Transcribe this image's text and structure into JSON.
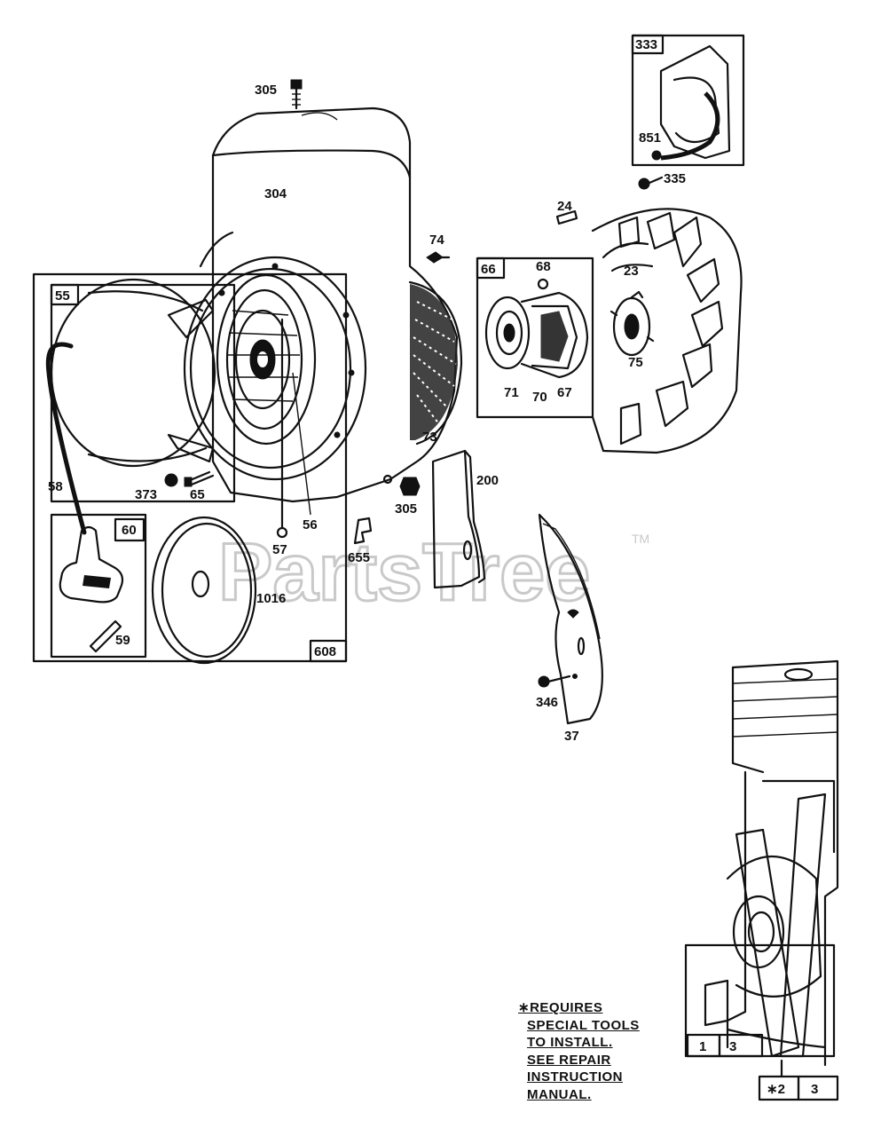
{
  "watermark": {
    "text": "PartsTree",
    "tm": "TM"
  },
  "parts": [
    {
      "id": "p305a",
      "label": "305"
    },
    {
      "id": "p304",
      "label": "304"
    },
    {
      "id": "p333",
      "label": "333"
    },
    {
      "id": "p851",
      "label": "851"
    },
    {
      "id": "p335",
      "label": "335"
    },
    {
      "id": "p24",
      "label": "24"
    },
    {
      "id": "p74",
      "label": "74"
    },
    {
      "id": "p66",
      "label": "66"
    },
    {
      "id": "p68",
      "label": "68"
    },
    {
      "id": "p23",
      "label": "23"
    },
    {
      "id": "p75",
      "label": "75"
    },
    {
      "id": "p71",
      "label": "71"
    },
    {
      "id": "p70",
      "label": "70"
    },
    {
      "id": "p67",
      "label": "67"
    },
    {
      "id": "p73",
      "label": "73"
    },
    {
      "id": "p55",
      "label": "55"
    },
    {
      "id": "p58",
      "label": "58"
    },
    {
      "id": "p373",
      "label": "373"
    },
    {
      "id": "p65",
      "label": "65"
    },
    {
      "id": "p56",
      "label": "56"
    },
    {
      "id": "p57",
      "label": "57"
    },
    {
      "id": "p305b",
      "label": "305"
    },
    {
      "id": "p200",
      "label": "200"
    },
    {
      "id": "p655",
      "label": "655"
    },
    {
      "id": "p60",
      "label": "60"
    },
    {
      "id": "p1016",
      "label": "1016"
    },
    {
      "id": "p59",
      "label": "59"
    },
    {
      "id": "p608",
      "label": "608"
    },
    {
      "id": "p346",
      "label": "346"
    },
    {
      "id": "p37",
      "label": "37"
    },
    {
      "id": "p1",
      "label": "1"
    },
    {
      "id": "p3a",
      "label": "3"
    },
    {
      "id": "p2",
      "label": "∗2"
    },
    {
      "id": "p3b",
      "label": "3"
    }
  ],
  "note": {
    "lines": [
      "∗REQUIRES",
      "SPECIAL TOOLS",
      "TO INSTALL.",
      "SEE REPAIR",
      "INSTRUCTION",
      "MANUAL."
    ]
  }
}
